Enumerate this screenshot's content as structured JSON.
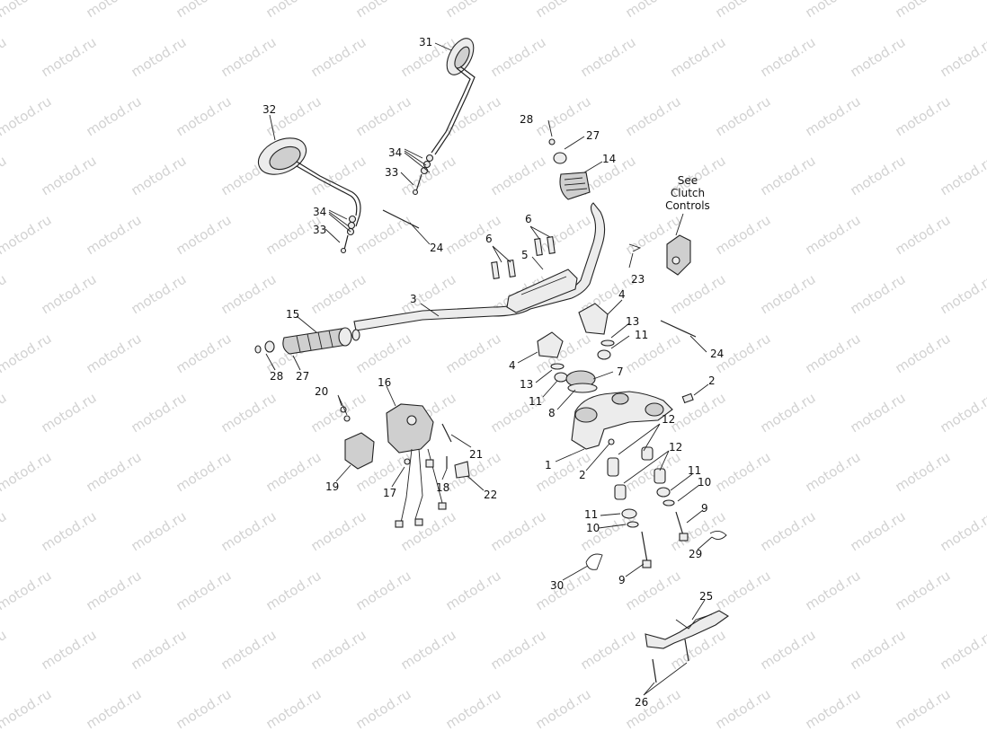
{
  "watermark": "motod.ru",
  "callouts": [
    {
      "id": "c1",
      "text": "1"
    },
    {
      "id": "c2a",
      "text": "2"
    },
    {
      "id": "c2b",
      "text": "2"
    },
    {
      "id": "c3",
      "text": "3"
    },
    {
      "id": "c4a",
      "text": "4"
    },
    {
      "id": "c4b",
      "text": "4"
    },
    {
      "id": "c5",
      "text": "5"
    },
    {
      "id": "c6a",
      "text": "6"
    },
    {
      "id": "c6b",
      "text": "6"
    },
    {
      "id": "c7",
      "text": "7"
    },
    {
      "id": "c8",
      "text": "8"
    },
    {
      "id": "c9a",
      "text": "9"
    },
    {
      "id": "c9b",
      "text": "9"
    },
    {
      "id": "c10a",
      "text": "10"
    },
    {
      "id": "c10b",
      "text": "10"
    },
    {
      "id": "c11a",
      "text": "11"
    },
    {
      "id": "c11b",
      "text": "11"
    },
    {
      "id": "c11c",
      "text": "11"
    },
    {
      "id": "c11d",
      "text": "11"
    },
    {
      "id": "c12a",
      "text": "12"
    },
    {
      "id": "c12b",
      "text": "12"
    },
    {
      "id": "c13a",
      "text": "13"
    },
    {
      "id": "c13b",
      "text": "13"
    },
    {
      "id": "c14",
      "text": "14"
    },
    {
      "id": "c15",
      "text": "15"
    },
    {
      "id": "c16",
      "text": "16"
    },
    {
      "id": "c17",
      "text": "17"
    },
    {
      "id": "c18",
      "text": "18"
    },
    {
      "id": "c19",
      "text": "19"
    },
    {
      "id": "c20",
      "text": "20"
    },
    {
      "id": "c21",
      "text": "21"
    },
    {
      "id": "c22",
      "text": "22"
    },
    {
      "id": "c23",
      "text": "23"
    },
    {
      "id": "c24a",
      "text": "24"
    },
    {
      "id": "c24b",
      "text": "24"
    },
    {
      "id": "c25",
      "text": "25"
    },
    {
      "id": "c26",
      "text": "26"
    },
    {
      "id": "c27a",
      "text": "27"
    },
    {
      "id": "c27b",
      "text": "27"
    },
    {
      "id": "c28a",
      "text": "28"
    },
    {
      "id": "c28b",
      "text": "28"
    },
    {
      "id": "c29",
      "text": "29"
    },
    {
      "id": "c30",
      "text": "30"
    },
    {
      "id": "c31",
      "text": "31"
    },
    {
      "id": "c32",
      "text": "32"
    },
    {
      "id": "c33a",
      "text": "33"
    },
    {
      "id": "c33b",
      "text": "33"
    },
    {
      "id": "c34a",
      "text": "34"
    },
    {
      "id": "c34b",
      "text": "34"
    }
  ],
  "note": {
    "lines": [
      "See",
      "Clutch",
      "Controls"
    ]
  }
}
